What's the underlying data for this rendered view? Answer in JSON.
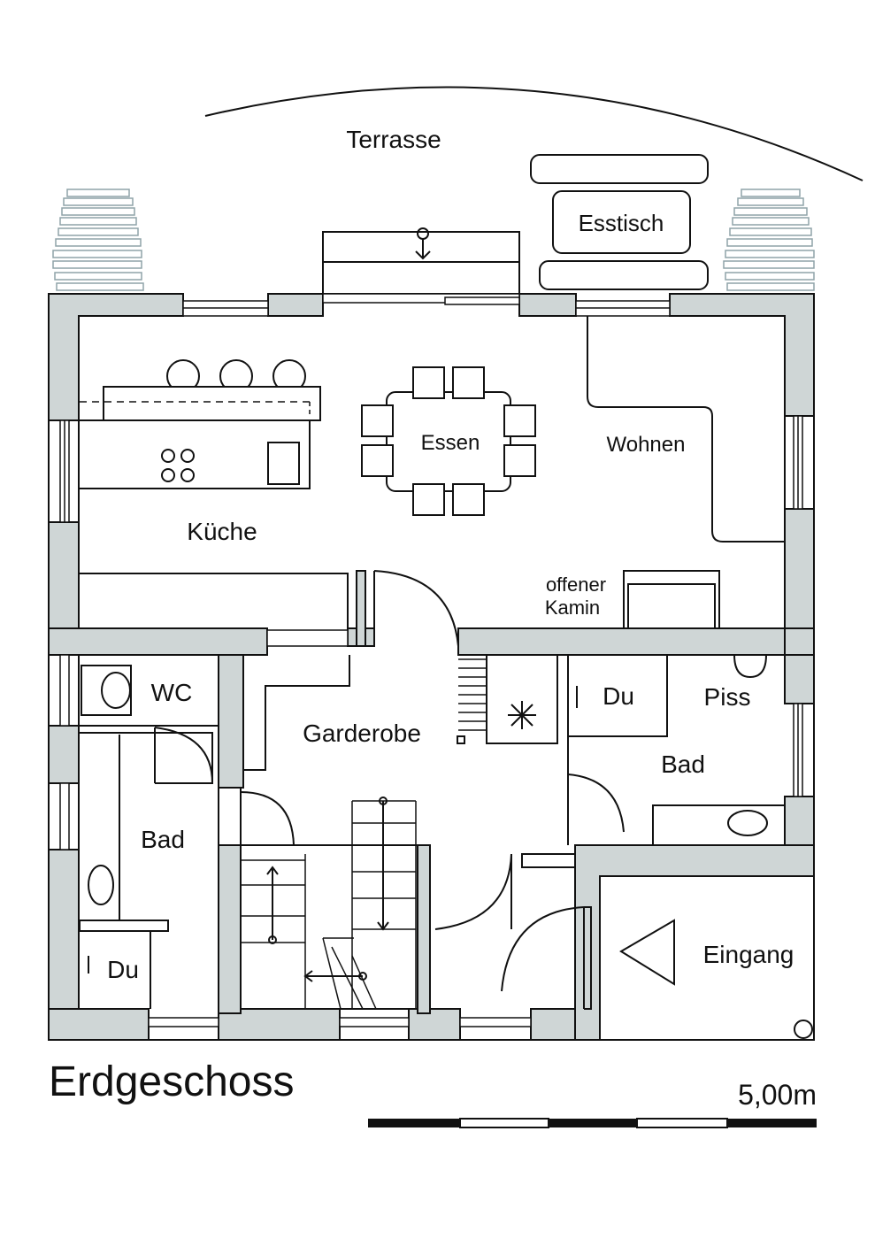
{
  "plan": {
    "title": "Erdgeschoss",
    "scale_label": "5,00m"
  },
  "rooms": {
    "terrasse": "Terrasse",
    "esstisch": "Esstisch",
    "essen": "Essen",
    "wohnen": "Wohnen",
    "kueche": "Küche",
    "kamin_line1": "offener",
    "kamin_line2": "Kamin",
    "wc": "WC",
    "garderobe": "Garderobe",
    "du_right": "Du",
    "piss": "Piss",
    "bad_right": "Bad",
    "bad_left": "Bad",
    "du_left": "Du",
    "eingang": "Eingang"
  },
  "colors": {
    "wall_fill": "#cfd6d6",
    "line": "#111111",
    "background": "#ffffff"
  }
}
